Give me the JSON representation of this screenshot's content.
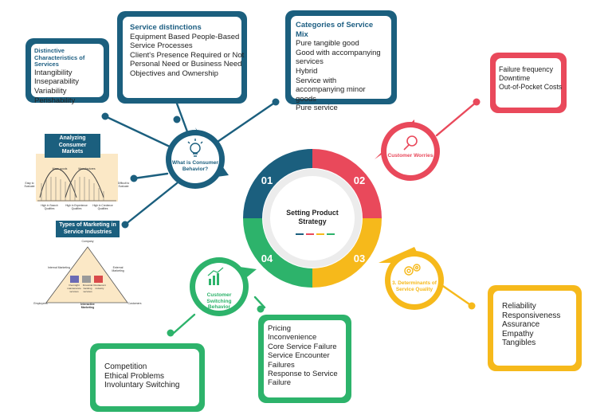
{
  "center": {
    "title": "Setting Product Strategy",
    "segments": [
      "01",
      "02",
      "03",
      "04"
    ]
  },
  "nodes": {
    "consumer_behavior": "What is Consumer Behavior?",
    "customer_worries": "Customer Worries",
    "service_quality": "3. Determinants of Service Quality",
    "switching_behavior": "Customer Switching Behavior"
  },
  "boxes": {
    "distinctive": {
      "title": "Distinctive Characteristics of Services",
      "items": [
        "Intangibility",
        "Inseparability",
        "Variability",
        "Perishability"
      ]
    },
    "service_distinctions": {
      "title": "Service distinctions",
      "items": [
        "Equipment Based People-Based",
        "Service Processes",
        "Client's Presence Required or Not",
        "Personal Need or Business Need",
        "Objectives and Ownership"
      ]
    },
    "service_mix": {
      "title": "Categories of Service Mix",
      "items": [
        "Pure tangible good",
        " Good with accompanying services",
        " Hybrid",
        " Service with accompanying minor goods",
        " Pure service"
      ]
    },
    "worries": {
      "items": [
        "Failure frequency",
        "Downtime",
        "Out-of-Pocket Costs"
      ]
    },
    "quality": {
      "items": [
        "Reliability",
        "Responsiveness",
        "Assurance",
        "Empathy",
        "Tangibles"
      ]
    },
    "switching_reasons": {
      "items": [
        "Pricing",
        " Inconvenience",
        " Core Service Failure",
        " Service Encounter Failures",
        " Response to Service Failure"
      ]
    },
    "competition": {
      "items": [
        "Competition",
        " Ethical Problems",
        " Involuntary Switching"
      ]
    }
  },
  "analyzing": {
    "tag": "Analyzing Consumer Markets",
    "curve_left": "Mass goods",
    "curve_right": "Manufactures",
    "axis_left": "Easy to Evaluate",
    "axis_right": "Difficult to Evaluate",
    "bottom": [
      "High in Search Qualities",
      "High in Experience Qualities",
      "High in Credence Qualities"
    ]
  },
  "marketing_types": {
    "tag": "Types of Marketing in Service Industries",
    "top": "Company",
    "left": "Internal Marketing",
    "right": "External Marketing",
    "bottom_left": "Employees",
    "bottom_right": "Customers",
    "bottom_center": "Interactive Marketing",
    "services": [
      "Overnight maintenance services",
      "Financial banking services",
      "Restaurant industry"
    ]
  },
  "colors": {
    "teal": "#1b5f7e",
    "red": "#e9495b",
    "yellow": "#f6b91b",
    "green": "#2db36b"
  }
}
